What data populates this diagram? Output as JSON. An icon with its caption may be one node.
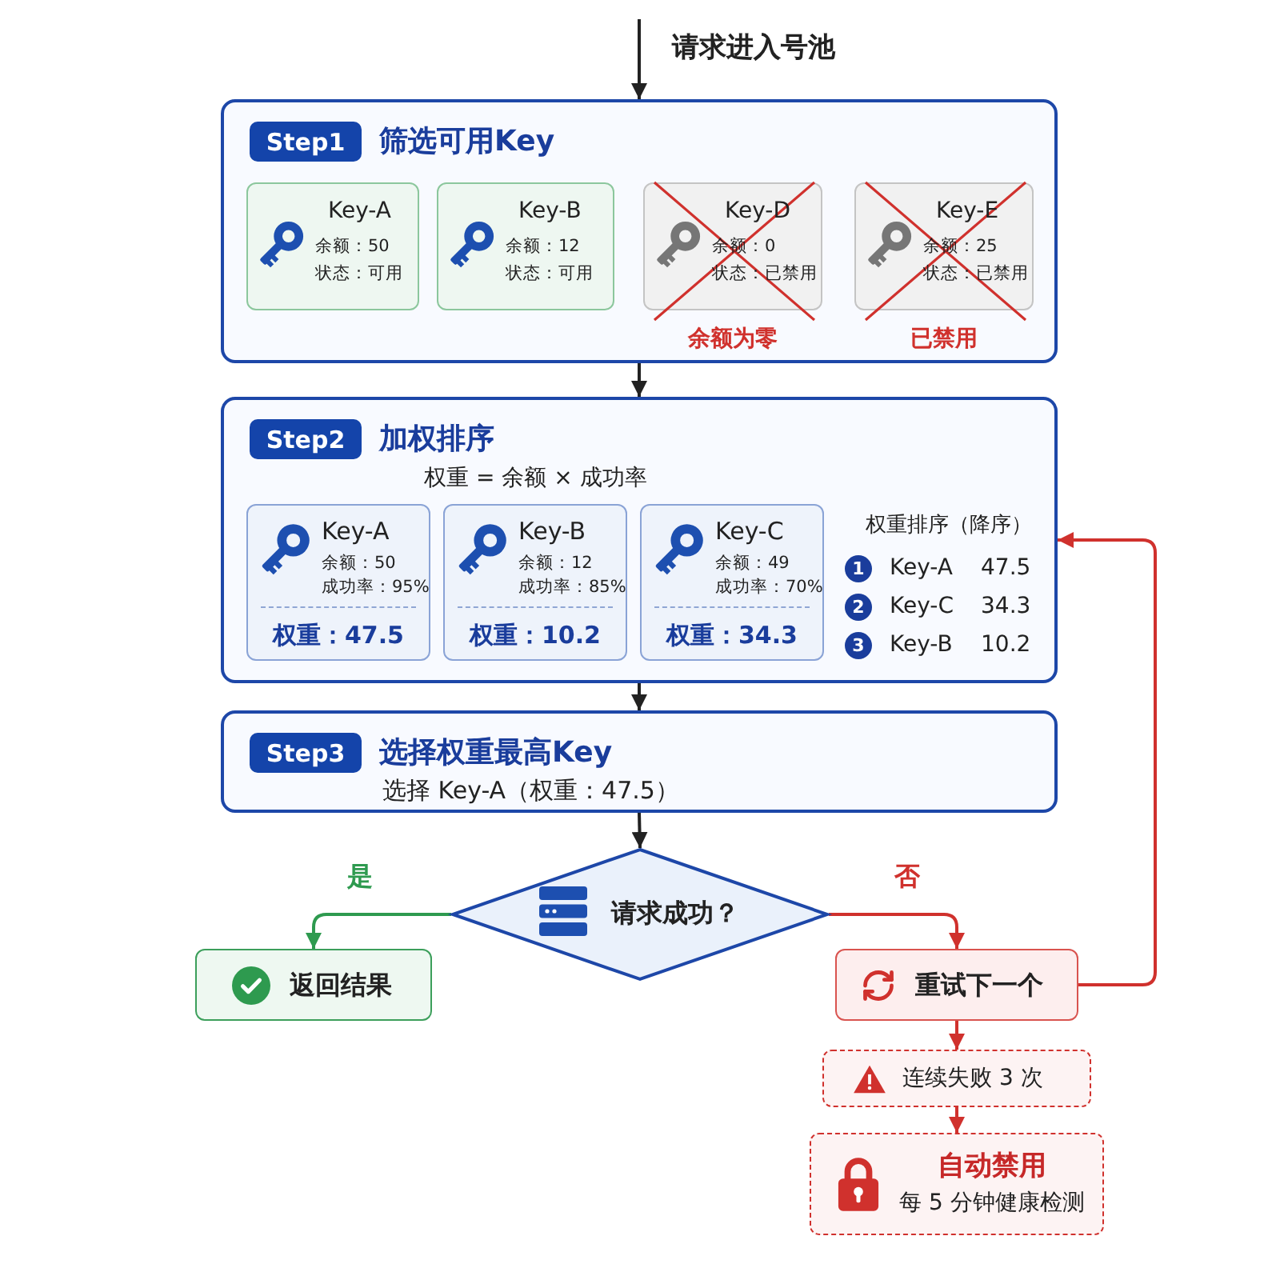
{
  "diagram": {
    "nodes": [
      {
        "text": [
          "Step1",
          "筛选可用Key"
        ]
      },
      {
        "text": [
          "Key-A",
          "余额：50",
          "状态：可用"
        ],
        "in": 0
      },
      {
        "text": [
          "Key-B",
          "余额：12",
          "状态：可用"
        ],
        "in": 0
      },
      {
        "text": [
          "Key-D",
          "余额：0",
          "状态：已禁用"
        ],
        "in": 0,
        "beside": [
          "余额为零"
        ]
      },
      {
        "text": [
          "Key-E",
          "余额：25",
          "状态：已禁用"
        ],
        "in": 0,
        "beside": [
          "已禁用"
        ]
      },
      {
        "text": [
          "Step2",
          "加权排序",
          "权重 = 余额 × 成功率",
          "权重排序（降序）",
          "1",
          "Key-A",
          "47.5",
          "2",
          "Key-C",
          "34.3",
          "3",
          "Key-B",
          "10.2"
        ]
      },
      {
        "text": [
          "Key-A",
          "余额：50",
          "成功率：95%",
          "权重：47.5"
        ],
        "in": 5
      },
      {
        "text": [
          "Key-B",
          "余额：12",
          "成功率：85%",
          "权重：10.2"
        ],
        "in": 5
      },
      {
        "text": [
          "Key-C",
          "余额：49",
          "成功率：70%",
          "权重：34.3"
        ],
        "in": 5
      },
      {
        "text": [
          "Step3",
          "选择权重最高Key",
          "选择 Key-A（权重：47.5）"
        ]
      },
      {
        "text": [
          "请求成功？"
        ]
      },
      {
        "text": [
          "返回结果"
        ]
      },
      {
        "text": [
          "重试下一个"
        ]
      },
      {
        "text": [
          "连续失败 3 次"
        ]
      },
      {
        "text": [
          "自动禁用",
          "每 5 分钟健康检测"
        ]
      }
    ],
    "edges": [
      {
        "from": null,
        "to": 0,
        "arrow": "to",
        "label": "请求进入号池"
      },
      {
        "from": 0,
        "to": 5,
        "arrow": "to"
      },
      {
        "from": 5,
        "to": 9,
        "arrow": "to"
      },
      {
        "from": 9,
        "to": 10,
        "arrow": "to"
      },
      {
        "from": 10,
        "to": 11,
        "arrow": "to",
        "label": "是",
        "color": "#2e9a4f"
      },
      {
        "from": 10,
        "to": 12,
        "arrow": "to",
        "label": "否",
        "color": "#d0312d"
      },
      {
        "from": 12,
        "to": 5,
        "arrow": "to",
        "color": "#d0312d"
      },
      {
        "from": 12,
        "to": 13,
        "arrow": "to",
        "color": "#d0312d"
      },
      {
        "from": 13,
        "to": 14,
        "arrow": "to",
        "color": "#d0312d"
      }
    ]
  }
}
